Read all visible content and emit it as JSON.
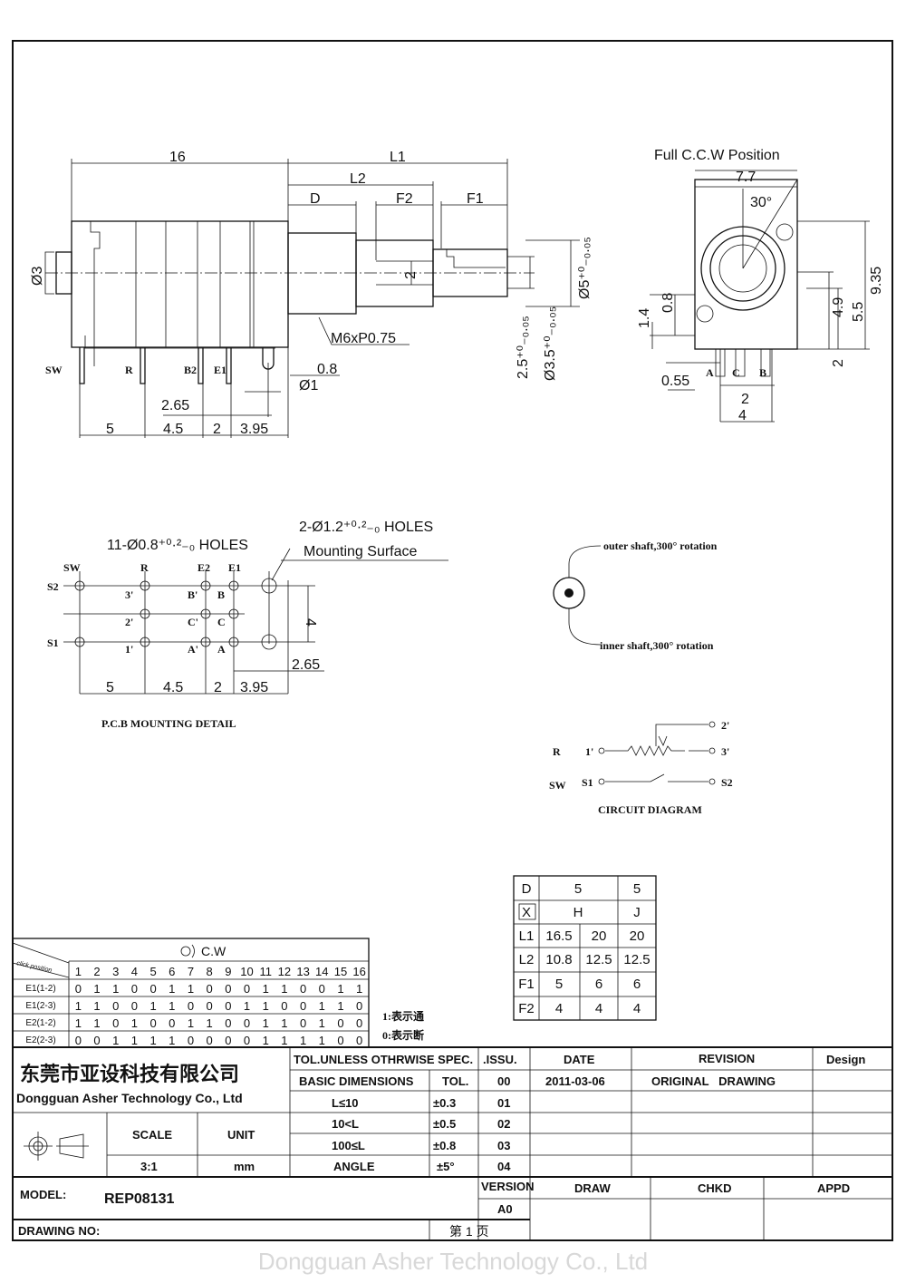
{
  "front_view": {
    "dim_16": "16",
    "dim_L1": "L1",
    "dim_L2": "L2",
    "dim_D": "D",
    "dim_F2": "F2",
    "dim_F1": "F1",
    "dim_phi3": "Ø3",
    "dim_2": "2",
    "dim_phi5": "Ø5⁺⁰₋₀.₀₅",
    "dim_2_5": "2.5⁺⁰₋₀.₀₅",
    "dim_phi3_5": "Ø3.5⁺⁰₋₀.₀₅",
    "thread": "M6xP0.75",
    "dim_0_8": "0.8",
    "dim_phi1": "Ø1",
    "dim_2_65": "2.65",
    "pins": [
      "SW",
      "R",
      "B2",
      "E1"
    ],
    "bottom_dims": [
      "5",
      "4.5",
      "2",
      "3.95"
    ]
  },
  "side_view": {
    "title": "Full C.C.W Position",
    "dim_7_7": "7.7",
    "dim_30": "30°",
    "dim_9_35": "9.35",
    "dim_5_5": "5.5",
    "dim_4_9": "4.9",
    "dim_0_8": "0.8",
    "dim_1_4": "1.4",
    "dim_2v": "2",
    "dim_0_55": "0.55",
    "dim_2": "2",
    "dim_4": "4",
    "pins": [
      "A",
      "C",
      "B"
    ]
  },
  "pcb": {
    "holes_small": "11-Ø0.8⁺⁰·²₋₀ HOLES",
    "holes_large": "2-Ø1.2⁺⁰·²₋₀ HOLES",
    "mounting_surface": "Mounting Surface",
    "top_labels": [
      "SW",
      "R",
      "E2",
      "E1"
    ],
    "row_labels": [
      "S2",
      "S1"
    ],
    "pin_labels": [
      "3'",
      "2'",
      "1'",
      "B'",
      "C'",
      "A'",
      "B",
      "C",
      "A"
    ],
    "dim_4": "4",
    "dim_2_65": "2.65",
    "bottom_dims": [
      "5",
      "4.5",
      "2",
      "3.95"
    ],
    "caption": "P.C.B MOUNTING DETAIL"
  },
  "shaft_note": {
    "outer": "outer shaft,300°  rotation",
    "inner": "inner shaft,300°  rotation"
  },
  "circuit": {
    "R": "R",
    "SW": "SW",
    "r1": "1'",
    "r2": "2'",
    "r3": "3'",
    "s1": "S1",
    "s2": "S2",
    "caption": "CIRCUIT DIAGRAM"
  },
  "dim_table": {
    "rows": [
      [
        "D",
        "5",
        "5"
      ],
      [
        "X",
        "H",
        "J"
      ],
      [
        "L1",
        "16.5",
        "20",
        "20"
      ],
      [
        "L2",
        "10.8",
        "12.5",
        "12.5"
      ],
      [
        "F1",
        "5",
        "6",
        "6"
      ],
      [
        "F2",
        "4",
        "4",
        "4"
      ]
    ]
  },
  "encoder_table": {
    "direction": "C.W",
    "corner": "click position",
    "positions": [
      "1",
      "2",
      "3",
      "4",
      "5",
      "6",
      "7",
      "8",
      "9",
      "10",
      "11",
      "12",
      "13",
      "14",
      "15",
      "16"
    ],
    "rows": [
      {
        "label": "E1(1-2)",
        "values": [
          "0",
          "1",
          "1",
          "0",
          "0",
          "1",
          "1",
          "0",
          "0",
          "0",
          "1",
          "1",
          "0",
          "0",
          "1",
          "1"
        ]
      },
      {
        "label": "E1(2-3)",
        "values": [
          "1",
          "1",
          "0",
          "0",
          "1",
          "1",
          "0",
          "0",
          "0",
          "1",
          "1",
          "0",
          "0",
          "1",
          "1",
          "0"
        ]
      },
      {
        "label": "E2(1-2)",
        "values": [
          "1",
          "1",
          "0",
          "1",
          "0",
          "0",
          "1",
          "1",
          "0",
          "0",
          "1",
          "1",
          "0",
          "1",
          "0",
          "0"
        ]
      },
      {
        "label": "E2(2-3)",
        "values": [
          "0",
          "0",
          "1",
          "1",
          "1",
          "1",
          "0",
          "0",
          "0",
          "0",
          "1",
          "1",
          "1",
          "1",
          "0",
          "0"
        ]
      }
    ],
    "legend_1": "1:表示通",
    "legend_0": "0:表示断"
  },
  "title_block": {
    "company_cn": "东莞市亚设科技有限公司",
    "company_en": "Dongguan Asher Technology Co., Ltd",
    "tol_header": "TOL.UNLESS OTHRWISE SPEC.",
    "basic_dim": "BASIC DIMENSIONS",
    "tol": "TOL.",
    "tol_rows": [
      [
        "L≤10",
        "±0.3"
      ],
      [
        "10<L",
        "±0.5"
      ],
      [
        "100≤L",
        "±0.8"
      ],
      [
        "ANGLE",
        "±5°"
      ]
    ],
    "issu": ".ISSU.",
    "issues": [
      "00",
      "01",
      "02",
      "03",
      "04"
    ],
    "date": "DATE",
    "date_value": "2011-03-06",
    "revision": "REVISION",
    "revision_value": "ORIGINAL   DRAWING",
    "design": "Design",
    "scale": "SCALE",
    "scale_value": "3:1",
    "unit": "UNIT",
    "unit_value": "mm",
    "model_label": "MODEL:",
    "model_value": "REP08131",
    "version_label": "VERSION",
    "version_value": "A0",
    "draw": "DRAW",
    "chkd": "CHKD",
    "appd": "APPD",
    "drawing_no": "DRAWING NO:",
    "page": "第 1 页"
  },
  "watermark": "Dongguan Asher Technology Co., Ltd"
}
